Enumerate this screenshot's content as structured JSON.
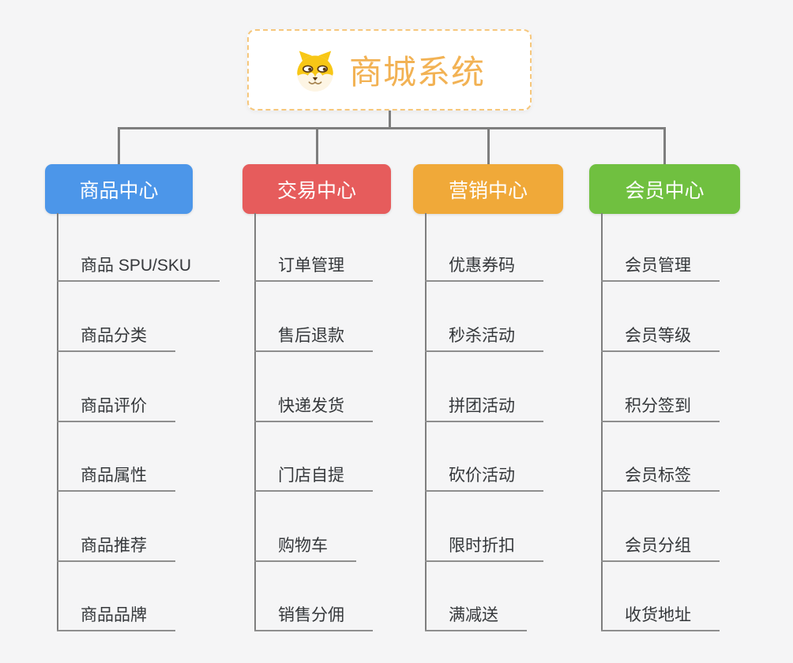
{
  "root": {
    "title": "商城系统",
    "icon": "shiba-dog-icon",
    "title_color": "#f2b254",
    "border_color": "#f6c77c"
  },
  "connector_color": "#7e7e7e",
  "leaf_text_color": "#35383b",
  "leaf_underline_color": "#8e8e8e",
  "branches": [
    {
      "label": "商品中心",
      "color": "#4c96e9",
      "children": [
        "商品 SPU/SKU",
        "商品分类",
        "商品评价",
        "商品属性",
        "商品推荐",
        "商品品牌"
      ]
    },
    {
      "label": "交易中心",
      "color": "#e65c5c",
      "children": [
        "订单管理",
        "售后退款",
        "快递发货",
        "门店自提",
        "购物车",
        "销售分佣"
      ]
    },
    {
      "label": "营销中心",
      "color": "#f0a939",
      "children": [
        "优惠券码",
        "秒杀活动",
        "拼团活动",
        "砍价活动",
        "限时折扣",
        "满减送"
      ]
    },
    {
      "label": "会员中心",
      "color": "#70c040",
      "children": [
        "会员管理",
        "会员等级",
        "积分签到",
        "会员标签",
        "会员分组",
        "收货地址"
      ]
    }
  ]
}
